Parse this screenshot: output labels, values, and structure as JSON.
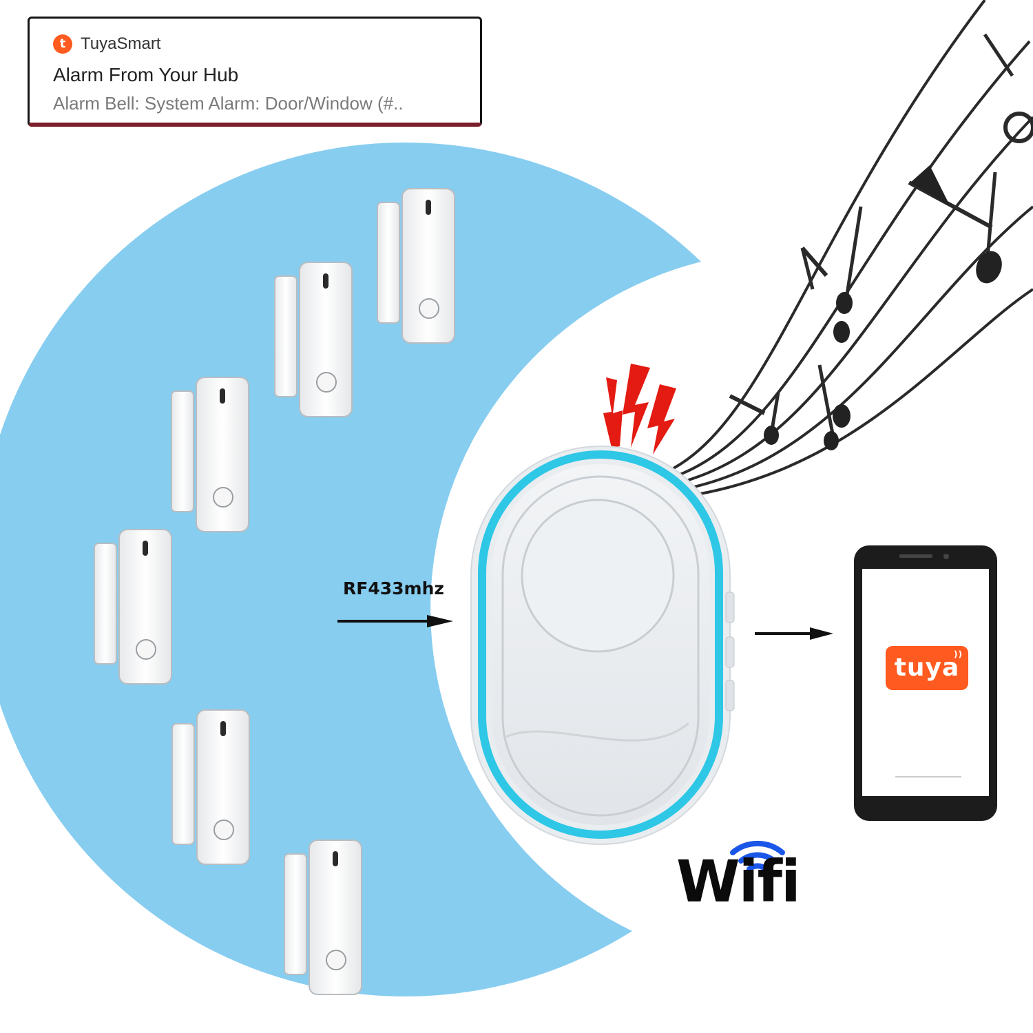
{
  "notification": {
    "app_icon_glyph": "t",
    "app_name": "TuyaSmart",
    "title": "Alarm From Your Hub",
    "body": "Alarm Bell: System Alarm: Door/Window  (#.."
  },
  "rf_label": "RF433mhz",
  "wifi_label": "Wifi",
  "phone": {
    "app_logo": "tuya"
  },
  "icons": [
    "door-window-sensor-icon",
    "alarm-hub-icon",
    "lightning-icon",
    "music-notes-icon",
    "smartphone-icon",
    "wifi-signal-icon",
    "arrow-right-icon"
  ],
  "colors": {
    "moon": "#87cdf0",
    "tuya_orange": "#ff5a1f",
    "hub_glow": "#2ec7e6",
    "lightning": "#e31b12",
    "notif_bottom_border": "#7a1f2b"
  }
}
